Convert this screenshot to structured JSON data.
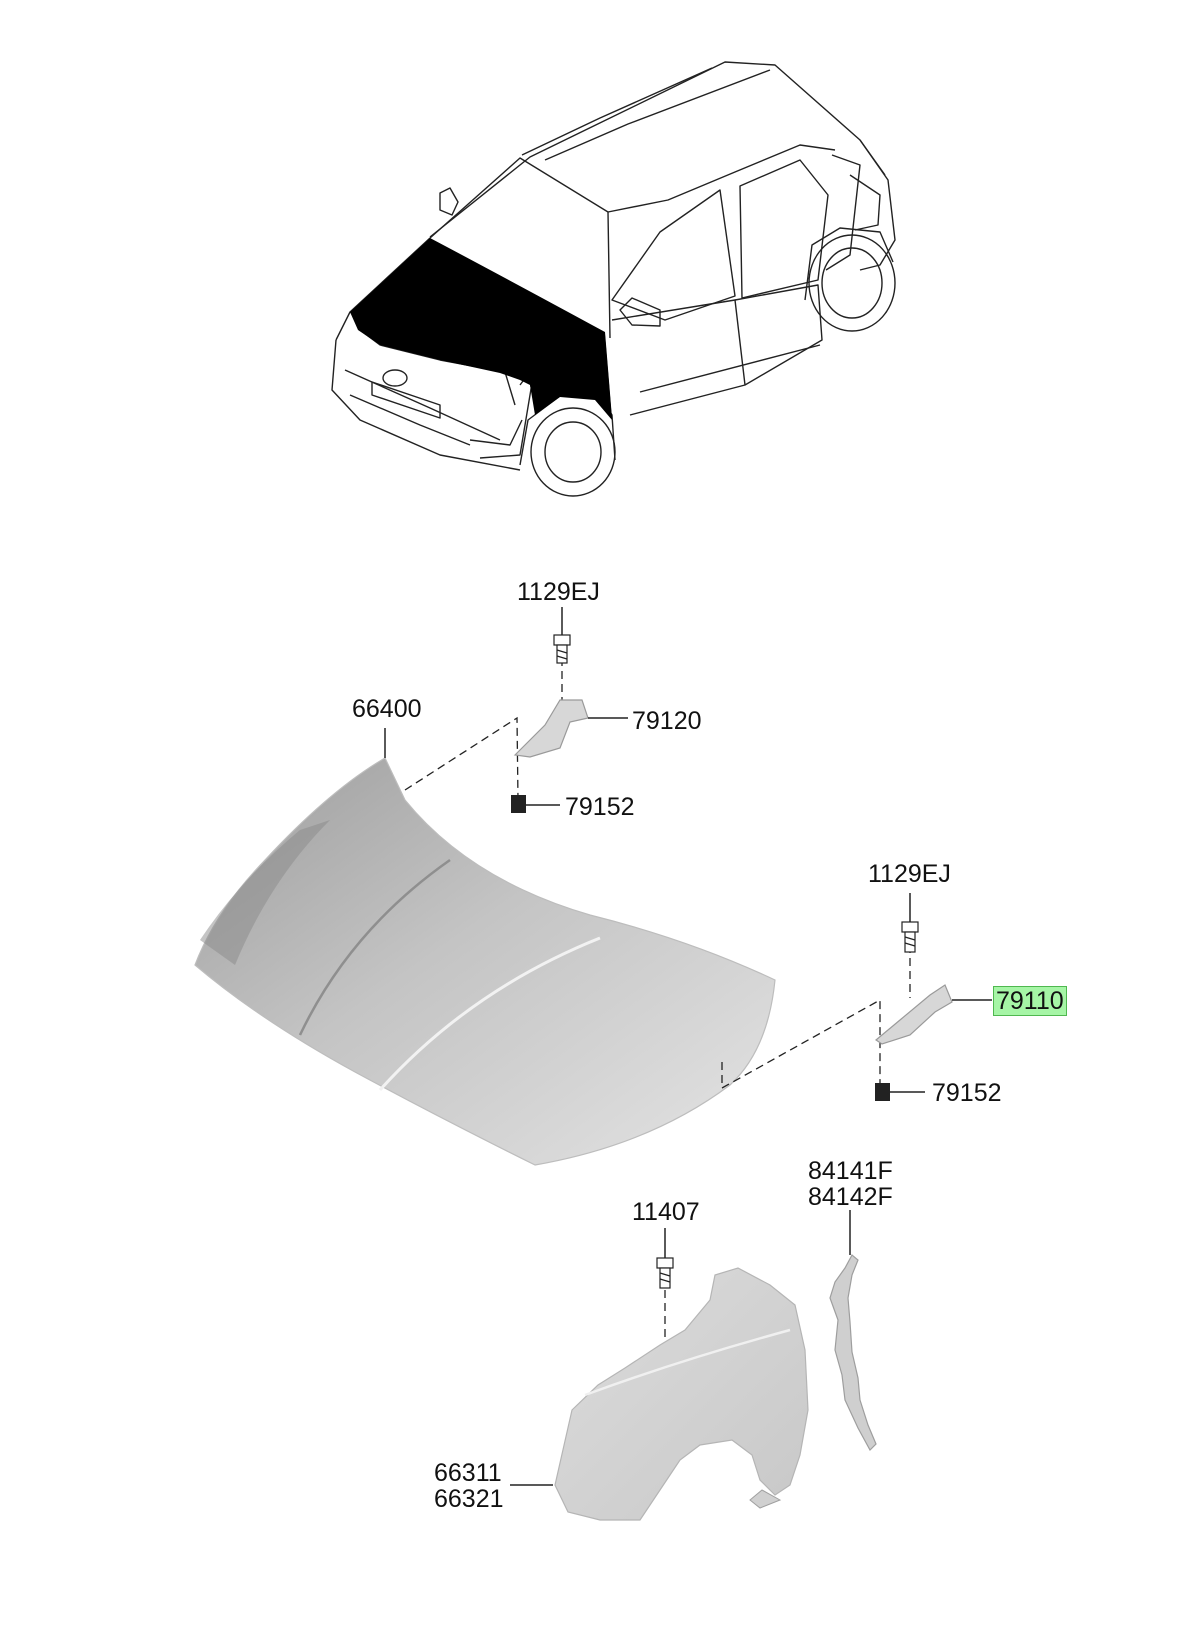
{
  "labels": {
    "bolt_top": "1129EJ",
    "hood": "66400",
    "hinge_left": "79120",
    "nut_left": "79152",
    "bolt_right": "1129EJ",
    "hinge_right": "79110",
    "nut_right": "79152",
    "fender_bolt": "11407",
    "insulator_1": "84141F",
    "insulator_2": "84142F",
    "fender_1": "66311",
    "fender_2": "66321"
  },
  "highlight": {
    "part": "79110",
    "color": "#a6f5a6"
  }
}
